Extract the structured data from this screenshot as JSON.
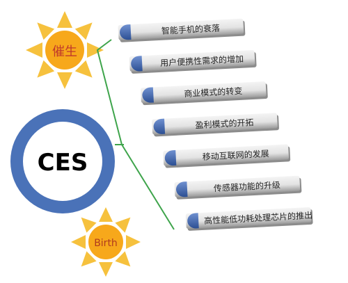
{
  "center_label": "CES",
  "sun_top_label": "催生",
  "sun_bottom_label": "Birth",
  "factors": [
    "智能手机的衰落",
    "用户便携性需求的增加",
    "商业模式的转变",
    "盈利模式的开拓",
    "移动互联网的发展",
    "传感器功能的升级",
    "高性能低功耗处理芯片的推出"
  ],
  "colors": {
    "ring": "#4a72b8",
    "ring_inner": "#ffffff",
    "sun_ray": "#f6c13d",
    "sun_core": "#f7a81b",
    "sun_top_text": "#c0392b",
    "sun_bottom_text": "#b03a1e",
    "bracket": "#3ea44b",
    "bar_face": "#e6e6e6",
    "bar_cap": "#3f66b0"
  }
}
